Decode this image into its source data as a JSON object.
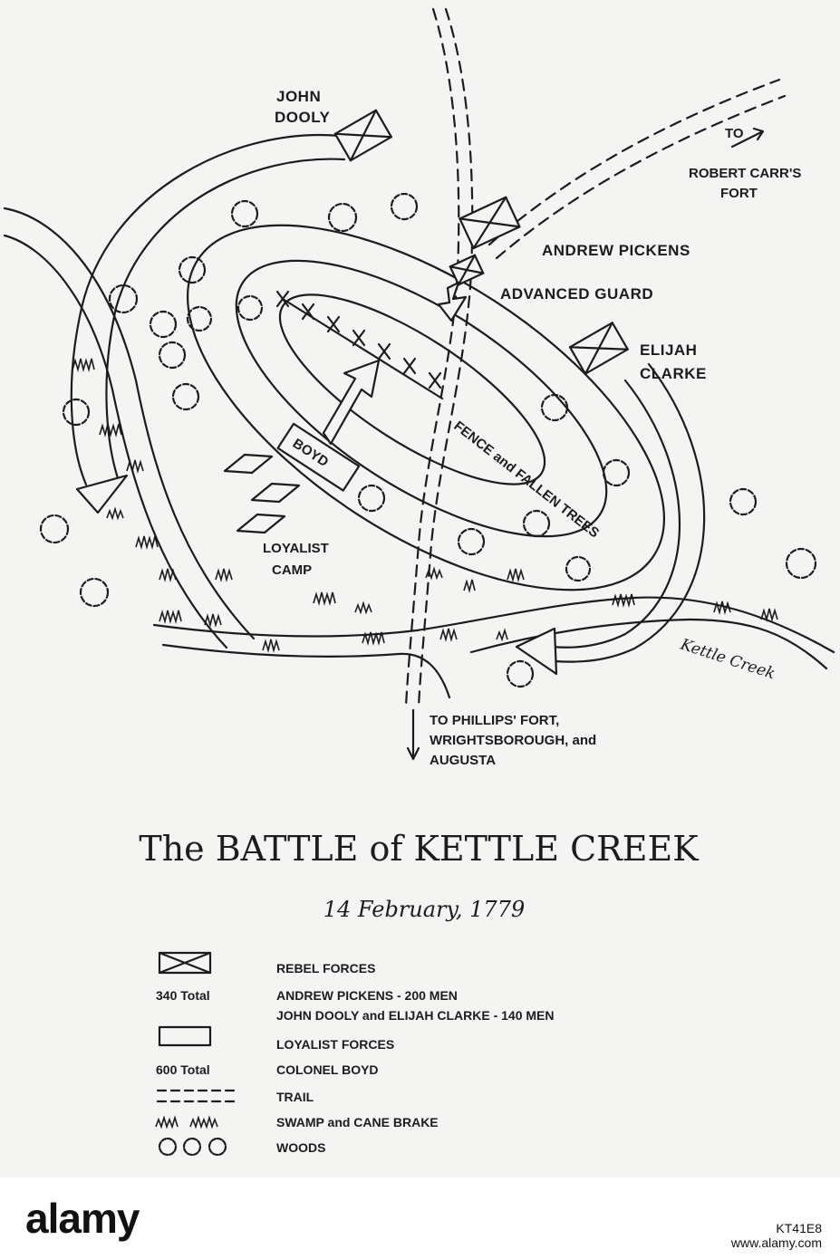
{
  "labels": {
    "john_dooly": [
      "JOHN",
      "DOOLY"
    ],
    "robert_carr": [
      "TO",
      "ROBERT CARR'S",
      "FORT"
    ],
    "andrew_pickens": "ANDREW PICKENS",
    "advanced_guard": "ADVANCED GUARD",
    "elijah_clarke": [
      "ELIJAH",
      "CLARKE"
    ],
    "boyd": "BOYD",
    "fence": "FENCE and FALLEN TREES",
    "loyalist_camp": [
      "LOYALIST",
      "CAMP"
    ],
    "kettle_creek": "Kettle Creek",
    "phillips_fort": [
      "TO PHILLIPS' FORT,",
      "WRIGHTSBOROUGH, and",
      "AUGUSTA"
    ]
  },
  "title": "The BATTLE of KETTLE CREEK",
  "date": "14 February, 1779",
  "legend": {
    "rebel_total": "340 Total",
    "rebel_forces": "REBEL FORCES",
    "rebel_line1": "ANDREW PICKENS - 200 MEN",
    "rebel_line2": "JOHN DOOLY and ELIJAH CLARKE - 140 MEN",
    "loyalist_forces": "LOYALIST FORCES",
    "loyalist_total": "600 Total",
    "loyalist_leader": "COLONEL BOYD",
    "trail": "TRAIL",
    "swamp": "SWAMP and CANE BRAKE",
    "woods": "WOODS"
  },
  "footer": {
    "brand": "alamy",
    "image_id": "KT41E8",
    "url": "www.alamy.com"
  }
}
